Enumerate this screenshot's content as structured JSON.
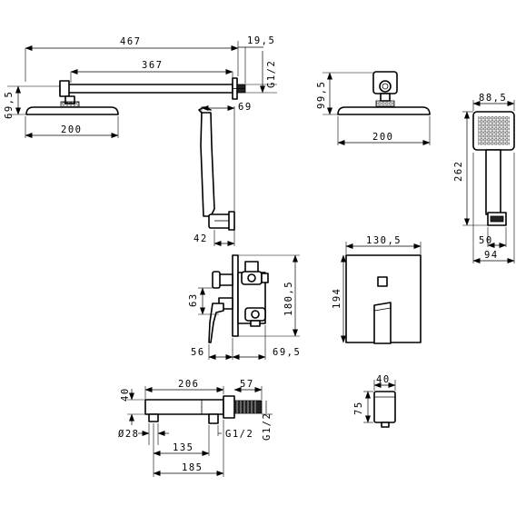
{
  "shower_head_arm": {
    "total_length": "467",
    "arm_length": "367",
    "flange_depth": "19,5",
    "thread": "G1/2",
    "head_height": "69,5",
    "head_width": "200"
  },
  "shower_head_side": {
    "height": "99,5",
    "width": "200"
  },
  "hand_shower_side": {
    "depth": "69",
    "holder_width": "42"
  },
  "hand_shower_front": {
    "head_width": "88,5",
    "length": "262",
    "holder_width": "50",
    "total_width": "94"
  },
  "diverter_body_side": {
    "inlet_spacing": "63",
    "height": "180,5",
    "lever_depth": "56",
    "body_depth": "69,5"
  },
  "diverter_plate_front": {
    "width": "130,5",
    "height": "194"
  },
  "bath_spout": {
    "length": "206",
    "outlet_depth": "57",
    "height": "40",
    "outlet_diameter": "Ø28",
    "inlet_offset": "135",
    "flange_offset": "185",
    "thread": "G1/2"
  },
  "wall_outlet": {
    "width": "40",
    "height": "75"
  }
}
